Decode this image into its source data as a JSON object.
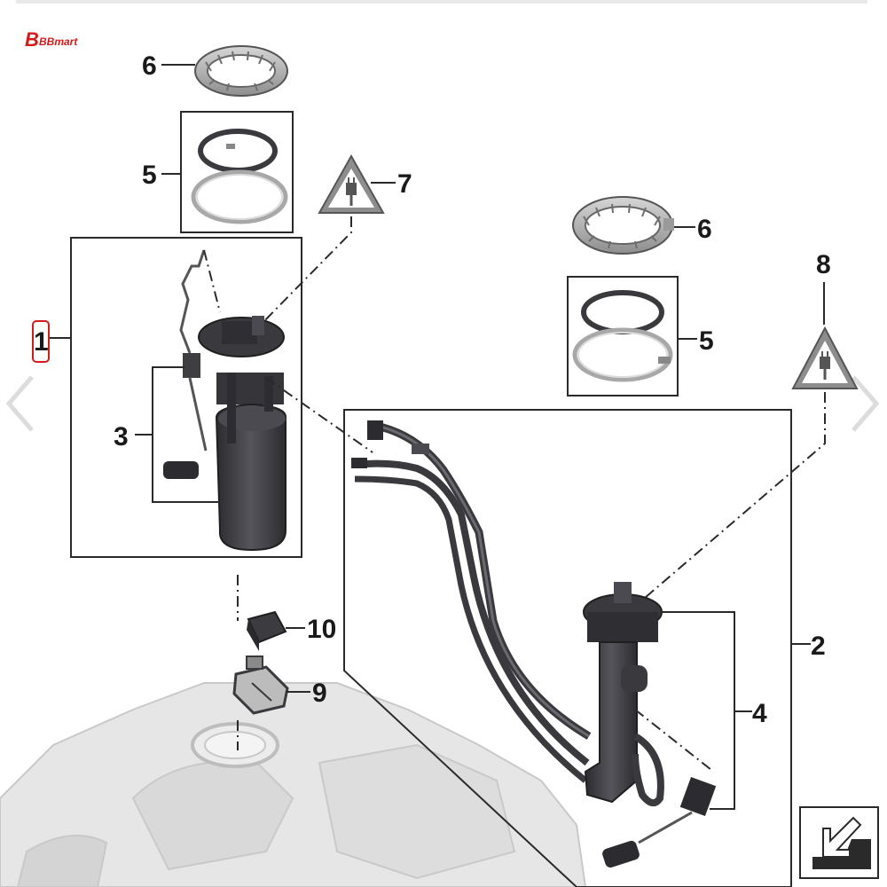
{
  "brand": {
    "logo_text": "BBmart",
    "accent_color": "#d51a1a"
  },
  "callouts": {
    "c1": "1",
    "c2": "2",
    "c3": "3",
    "c4": "4",
    "c5_left": "5",
    "c5_right": "5",
    "c6_left": "6",
    "c6_right": "6",
    "c7": "7",
    "c8": "8",
    "c9": "9",
    "c10": "10"
  },
  "icons": {
    "gallery_prev": "chevron-left-icon",
    "gallery_next": "chevron-right-icon",
    "view_direction": "arrow-down-left-icon",
    "electrical_warning": "plug-warning-triangle-icon"
  },
  "colors": {
    "line": "#2a2a2a",
    "part_dark": "#3a3a3e",
    "part_ring": "#b9b9b9",
    "tank_ghost": "#e3e3e3",
    "highlight_box": "#d51a1a"
  }
}
